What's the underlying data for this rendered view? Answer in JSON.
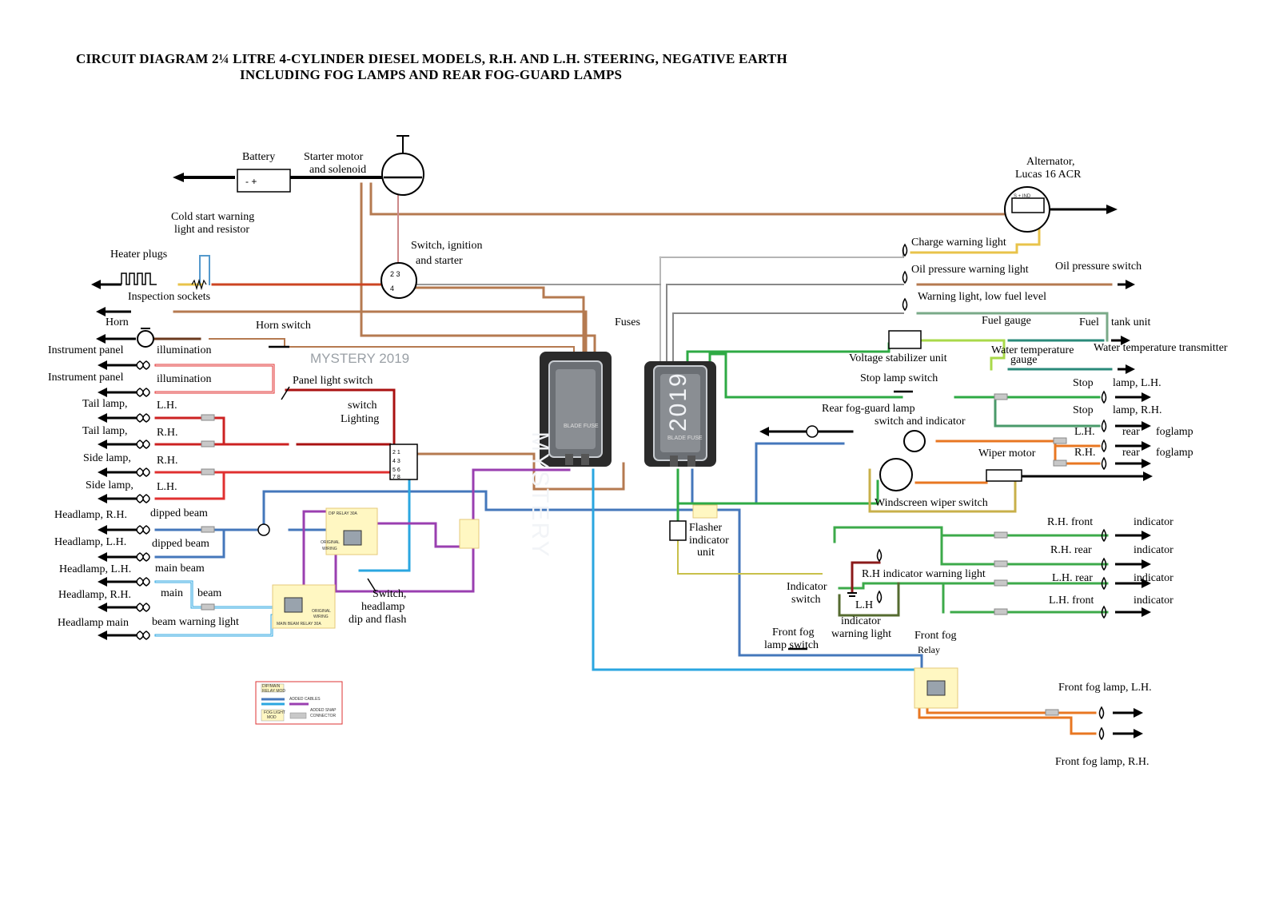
{
  "title": {
    "line1": "CIRCUIT DIAGRAM 2¼ LITRE 4-CYLINDER DIESEL MODELS, R.H. AND L.H. STEERING, NEGATIVE  EARTH",
    "line2": "INCLUDING FOG LAMPS AND REAR FOG-GUARD LAMPS"
  },
  "watermark": "MYSTERY 2019",
  "fuse_boxes": {
    "left_text": "MYSTERY",
    "right_text": "2019",
    "sub_text": "BLADE FUSE"
  },
  "labels": {
    "battery": "Battery",
    "starter_motor": "Starter motor",
    "and_solenoid": "and solenoid",
    "alternator": "Alternator,",
    "lucas": "Lucas 16 ACR",
    "alt_terminals": "S  +  IND",
    "cold_start_1": "Cold start warning",
    "cold_start_2": "light and resistor",
    "heater_plugs": "Heater plugs",
    "switch_ignition": "Switch, ignition",
    "and_starter": "and starter",
    "inspection_sockets": "Inspection sockets",
    "horn": "Horn",
    "horn_switch": "Horn switch",
    "instrument_panel_1": "Instrument panel",
    "illumination_1": "illumination",
    "instrument_panel_2": "Instrument panel",
    "illumination_2": "illumination",
    "panel_light_switch": "Panel light switch",
    "switch_word": "switch",
    "lighting_word": "Lighting",
    "tail_lamp_1": "Tail lamp,",
    "lh_1": "L.H.",
    "tail_lamp_2": "Tail lamp,",
    "rh_1": "R.H.",
    "side_lamp_1": "Side lamp,",
    "rh_2": "R.H.",
    "side_lamp_2": "Side lamp,",
    "lh_2": "L.H.",
    "headlamp_rh_dipped": "Headlamp, R.H.",
    "dipped_beam_1": "dipped beam",
    "headlamp_lh_dipped": "Headlamp, L.H.",
    "dipped_beam_2": "dipped beam",
    "headlamp_lh_main": "Headlamp, L.H.",
    "main_beam": "main beam",
    "headlamp_rh_main": "Headlamp, R.H.",
    "main_word": "main",
    "beam_word": "beam",
    "headlamp_main_warn": "Headlamp main",
    "beam_warning_light": "beam warning light",
    "switch_headlamp_1": "Switch,",
    "switch_headlamp_2": "headlamp",
    "switch_headlamp_3": "dip and flash",
    "fuses": "Fuses",
    "charge_warning": "Charge warning light",
    "oil_pressure_warning": "Oil pressure warning light",
    "oil_pressure_switch": "Oil pressure switch",
    "low_fuel": "Warning light, low fuel level",
    "fuel_gauge": "Fuel gauge",
    "fuel": "Fuel",
    "tank_unit": "tank unit",
    "voltage_stabilizer": "Voltage stabilizer unit",
    "water_temperature": "Water temperature",
    "gauge": "gauge",
    "water_temp_transmitter": "Water temperature transmitter",
    "stop_lamp_switch": "Stop lamp switch",
    "stop_1": "Stop",
    "lamp_lh": "lamp, L.H.",
    "stop_2": "Stop",
    "lamp_rh": "lamp, R.H.",
    "rear_fog_1": "Rear fog-guard lamp",
    "rear_fog_2": "switch and indicator",
    "lh_rear": "L.H.",
    "rear_1": "rear",
    "foglamp_1": "foglamp",
    "rh_rear": "R.H.",
    "rear_2": "rear",
    "foglamp_2": "foglamp",
    "wiper_motor": "Wiper motor",
    "windscreen_wiper_switch": "Windscreen wiper switch",
    "flasher_1": "Flasher",
    "flasher_2": "indicator",
    "flasher_3": "unit",
    "rh_front": "R.H. front",
    "indicator_1": "indicator",
    "rh_rear_ind": "R.H. rear",
    "indicator_2": "indicator",
    "rh_ind_warning": "R.H indicator warning light",
    "lh_rear_ind": "L.H. rear",
    "indicator_3": "indicator",
    "lh_front": "L.H. front",
    "indicator_4": "indicator",
    "indicator_switch_1": "Indicator",
    "indicator_switch_2": "switch",
    "lh_warn_1": "L.H",
    "lh_warn_2": "indicator",
    "lh_warn_3": "warning light",
    "front_fog_switch_1": "Front fog",
    "front_fog_switch_2": "lamp switch",
    "front_fog_relay_1": "Front fog",
    "front_fog_relay_2": "Relay",
    "front_fog_lh": "Front fog lamp, L.H.",
    "front_fog_rh": "Front fog lamp, R.H."
  },
  "relay_labels": {
    "dip_relay": "DIP RELAY 30A",
    "original_wiring_1": "ORIGINAL",
    "original_wiring_2": "WIRING",
    "main_beam_relay": "MAIN BEAM RELAY 30A",
    "original_wiring_3": "ORIGINAL",
    "original_wiring_4": "WIRING"
  },
  "legend": {
    "dip_main_1": "DIP/MAIN",
    "dip_main_2": "RELAY MOD",
    "added_cables": "ADDED CABLES",
    "fog_light_1": "FOG LIGHT",
    "fog_light_2": "MOD",
    "added_snap_1": "ADDED SNAP",
    "added_snap_2": "CONNECTOR"
  },
  "colors": {
    "brown": "#b57a50",
    "red": "#cc2222",
    "blue": "#4477bb",
    "cyan": "#2aa6e0",
    "purple": "#9a3fb0",
    "green": "#2eaa44",
    "lightgreen": "#a9d94a",
    "orange": "#e87722",
    "yellow": "#e8c34a",
    "relay_bg": "#fff7c2"
  }
}
